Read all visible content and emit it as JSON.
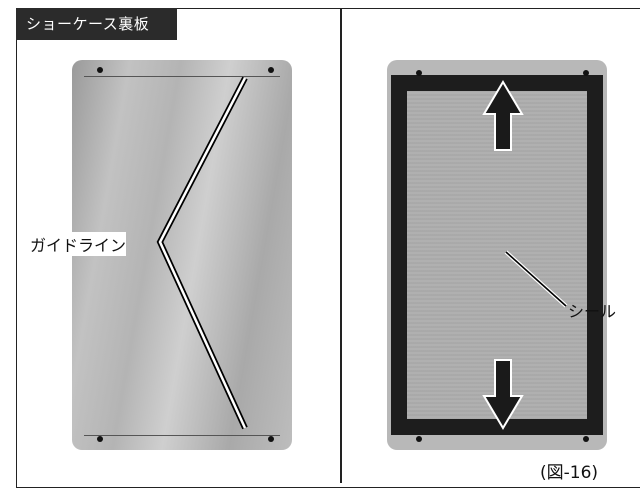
{
  "header": {
    "title": "ショーケース裏板"
  },
  "left_panel": {
    "label": "ガイドライン"
  },
  "right_panel": {
    "label": "シール"
  },
  "caption": "(図-16)"
}
